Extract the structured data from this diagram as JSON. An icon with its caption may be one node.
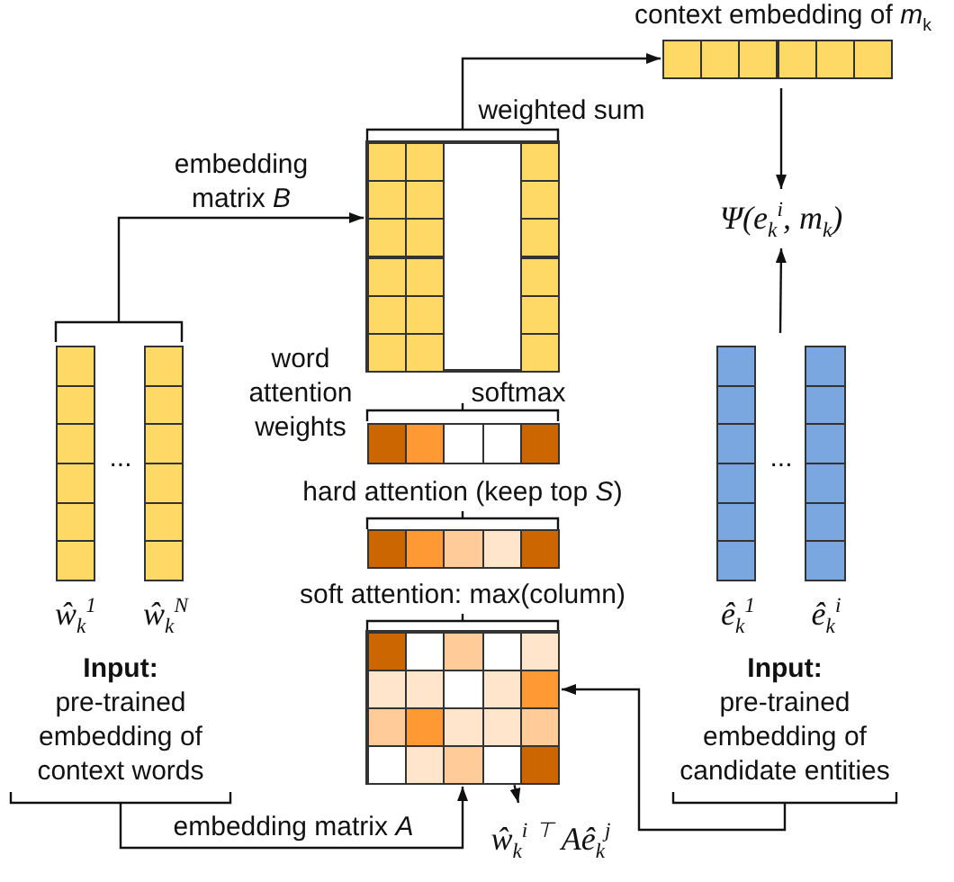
{
  "diagram": {
    "nodes": [
      {
        "text": [],
        "shape": "bar",
        "beside": [
          "ŵ$_{k}$$^{1}$"
        ]
      },
      {
        "text": [],
        "shape": "bar",
        "beside": [
          "ŵ$_{k}$$^{N}$"
        ]
      },
      {
        "text": [
          "Input:",
          "pre-trained embedding of context words"
        ]
      },
      {
        "text": [],
        "shape": "box"
      },
      {
        "text": [
          "context embedding of *m*$_{k}$"
        ]
      },
      {
        "text": [
          "Ψ(*e*$_{k}$$^{i}$, *m*$_{k}$)"
        ]
      },
      {
        "text": [],
        "shape": "bar",
        "beside": [
          "ê$_{k}$$^{1}$"
        ]
      },
      {
        "text": [],
        "shape": "bar",
        "beside": [
          "ê$_{k}$$^{i}$"
        ]
      },
      {
        "text": [
          "Input:",
          "pre-trained embedding of candidate entities"
        ]
      },
      {
        "text": [],
        "shape": "bar",
        "beside": [
          "word attention weights"
        ]
      },
      {
        "text": [],
        "shape": "bar"
      },
      {
        "text": [],
        "shape": "box"
      },
      {
        "text": [
          "ŵ$_{k}$$^{i}$ $^{⊤}$ Aê$_{k}$$^{j}$"
        ]
      }
    ],
    "edges": [
      {
        "from": 0,
        "to": 3,
        "arrow": "to",
        "label": "embedding matrix *B*"
      },
      {
        "from": 1,
        "to": 3,
        "arrow": "to"
      },
      {
        "from": 3,
        "to": 4,
        "arrow": "to",
        "label": "weighted sum"
      },
      {
        "from": 4,
        "to": 5,
        "arrow": "to"
      },
      {
        "from": 6,
        "to": 5,
        "arrow": "to"
      },
      {
        "from": 7,
        "to": 5,
        "arrow": "to"
      },
      {
        "from": 2,
        "to": 11,
        "arrow": "to",
        "label": "embedding matrix *A*"
      },
      {
        "from": 8,
        "to": 11,
        "arrow": "to"
      },
      {
        "from": 11,
        "to": 12,
        "arrow": "to",
        "style": "dashed"
      }
    ],
    "labels": [
      "...",
      "...",
      "softmax",
      "hard attention (keep top *S*)",
      "soft attention: max(column)"
    ]
  }
}
